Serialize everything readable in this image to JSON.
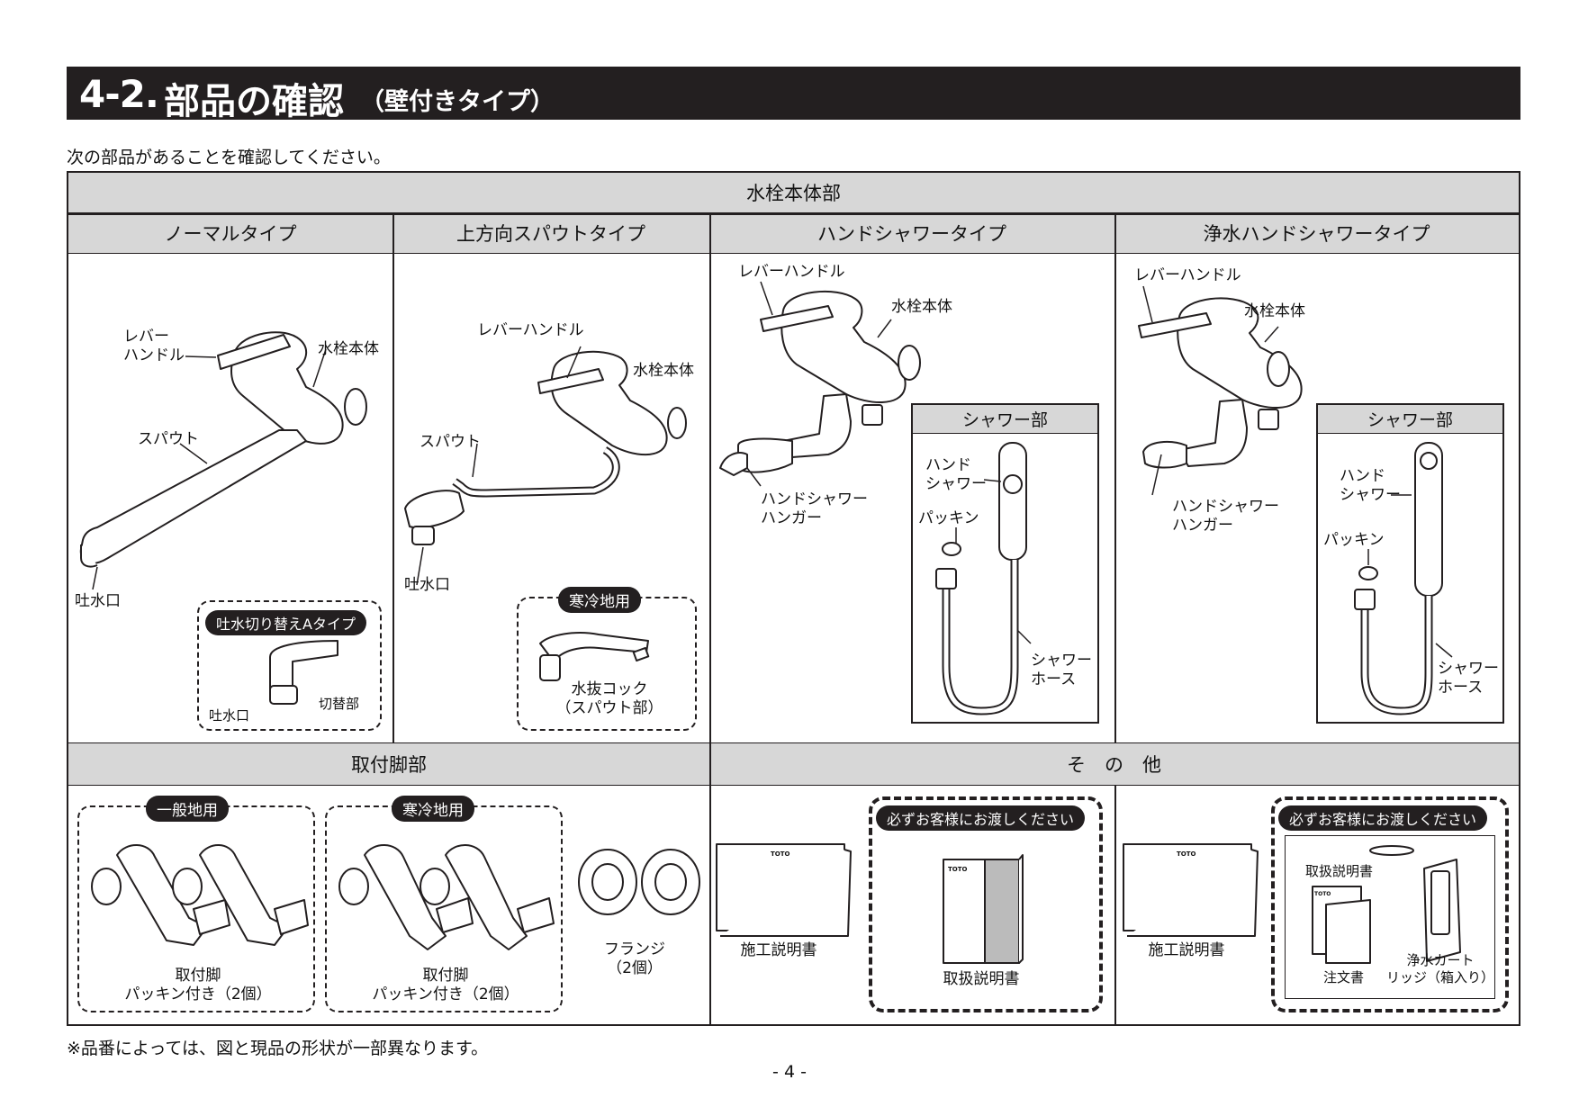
{
  "title": {
    "number": "4-2.",
    "main": "部品の確認",
    "sub": "（壁付きタイプ）"
  },
  "intro": "次の部品があることを確認してください。",
  "main_body_header": "水栓本体部",
  "types": {
    "normal": "ノーマルタイプ",
    "upward": "上方向スパウトタイプ",
    "hand_shower": "ハンドシャワータイプ",
    "purifier_shower": "浄水ハンドシャワータイプ"
  },
  "normal": {
    "lever_handle": "レバー\nハンドル",
    "body": "水栓本体",
    "spout": "スパウト",
    "outlet": "吐水口",
    "variant_badge": "吐水切り替えAタイプ",
    "variant_outlet": "吐水口",
    "variant_switch": "切替部"
  },
  "upward": {
    "lever_handle": "レバーハンドル",
    "body": "水栓本体",
    "spout": "スパウト",
    "outlet": "吐水口",
    "cold_badge": "寒冷地用",
    "drain_cock": "水抜コック\n（スパウト部）"
  },
  "hand_shower": {
    "lever_handle": "レバーハンドル",
    "body": "水栓本体",
    "hanger": "ハンドシャワー\nハンガー",
    "shower_section": "シャワー部",
    "hand_shower": "ハンド\nシャワー",
    "packing": "パッキン",
    "hose": "シャワー\nホース"
  },
  "purifier_shower": {
    "lever_handle": "レバーハンドル",
    "body": "水栓本体",
    "hanger": "ハンドシャワー\nハンガー",
    "shower_section": "シャワー部",
    "hand_shower": "ハンド\nシャワー",
    "packing": "パッキン",
    "hose": "シャワー\nホース"
  },
  "mount_header": "取付脚部",
  "other_header": "そ　の　他",
  "mount": {
    "general_badge": "一般地用",
    "cold_badge": "寒冷地用",
    "legs_label": "取付脚\nパッキン付き（2個）",
    "legs_label_cold": "取付脚\nパッキン付き（2個）",
    "flange": "フランジ\n（2個）"
  },
  "other": {
    "install_manual": "施工説明書",
    "handover_badge": "必ずお客様にお渡しください",
    "user_manual": "取扱説明書",
    "install_manual_2": "施工説明書",
    "handover_badge_2": "必ずお客様にお渡しください",
    "user_manual_2": "取扱説明書",
    "order_form": "注文書",
    "cartridge": "浄水カート\nリッジ（箱入り）",
    "brand": "TOTO"
  },
  "footnote": "※品番によっては、図と現品の形状が一部異なります。",
  "page_number": "- 4 -"
}
